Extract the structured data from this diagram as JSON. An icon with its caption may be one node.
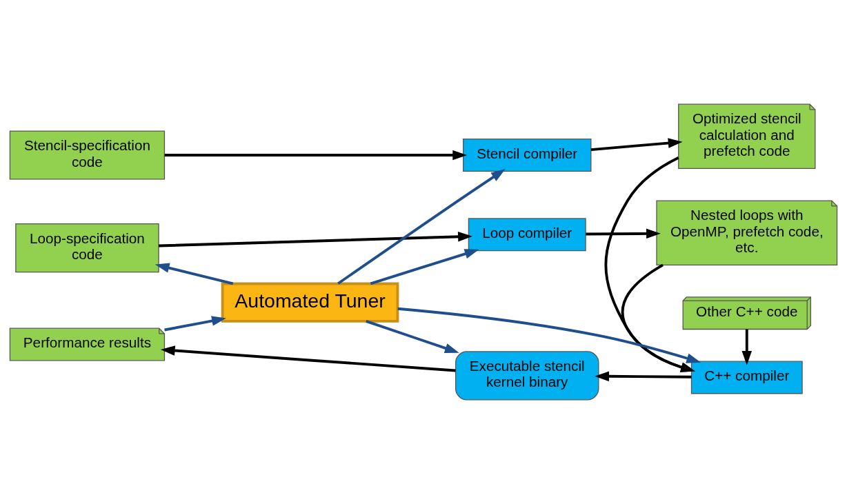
{
  "diagram": {
    "nodes": [
      {
        "text": [
          "Stencil-specification code"
        ]
      },
      {
        "text": [
          "Stencil compiler"
        ]
      },
      {
        "text": [
          "Optimized stencil calculation and prefetch code"
        ]
      },
      {
        "text": [
          "Loop-specification code"
        ]
      },
      {
        "text": [
          "Loop compiler"
        ]
      },
      {
        "text": [
          "Nested loops with OpenMP, prefetch code, etc."
        ]
      },
      {
        "text": [
          "Other C++ code"
        ]
      },
      {
        "text": [
          "Automated Tuner"
        ]
      },
      {
        "text": [
          "Performance results"
        ]
      },
      {
        "text": [
          "Executable stencil kernel binary"
        ]
      },
      {
        "text": [
          "C++ compiler"
        ]
      }
    ],
    "edges": [
      {
        "from": 0,
        "to": 1,
        "arrow": "to"
      },
      {
        "from": 1,
        "to": 2,
        "arrow": "to"
      },
      {
        "from": 3,
        "to": 4,
        "arrow": "to"
      },
      {
        "from": 4,
        "to": 5,
        "arrow": "to"
      },
      {
        "from": 2,
        "to": 10,
        "arrow": "to"
      },
      {
        "from": 5,
        "to": 10,
        "arrow": "to"
      },
      {
        "from": 6,
        "to": 10,
        "arrow": "to"
      },
      {
        "from": 10,
        "to": 9,
        "arrow": "to"
      },
      {
        "from": 9,
        "to": 8,
        "arrow": "to"
      },
      {
        "from": 7,
        "to": 1,
        "arrow": "to",
        "color": "#1f4e8c"
      },
      {
        "from": 7,
        "to": 3,
        "arrow": "to",
        "color": "#1f4e8c"
      },
      {
        "from": 7,
        "to": 4,
        "arrow": "to",
        "color": "#1f4e8c"
      },
      {
        "from": 7,
        "to": 9,
        "arrow": "to",
        "color": "#1f4e8c"
      },
      {
        "from": 7,
        "to": 10,
        "arrow": "to",
        "color": "#1f4e8c"
      },
      {
        "from": 8,
        "to": 7,
        "arrow": "to",
        "color": "#1f4e8c"
      }
    ]
  }
}
